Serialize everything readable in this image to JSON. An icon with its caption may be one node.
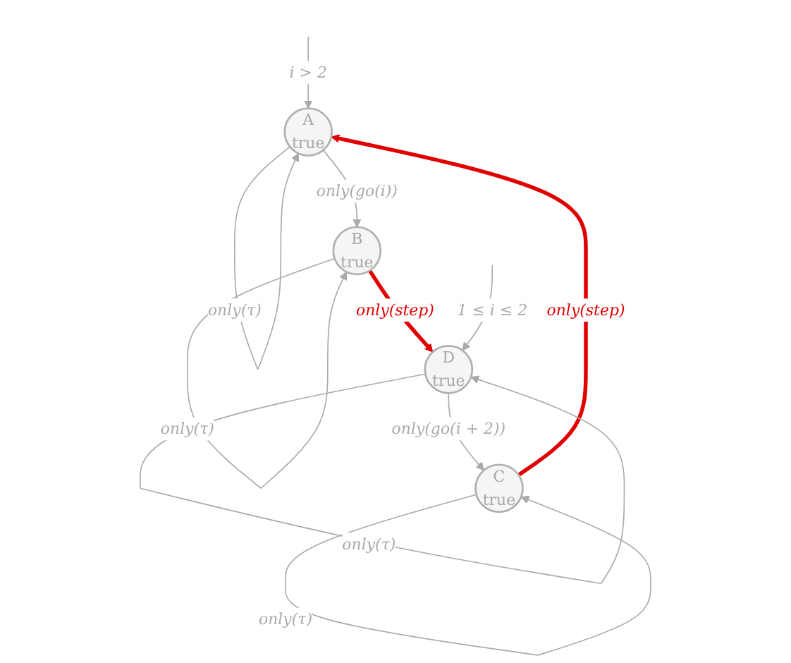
{
  "diagram": {
    "nodes": [
      {
        "text": [
          "A",
          "true"
        ]
      },
      {
        "text": [
          "B",
          "true"
        ]
      },
      {
        "text": [
          "C",
          "true"
        ]
      },
      {
        "text": [
          "D",
          "true"
        ]
      }
    ],
    "edges": [
      {
        "from": 0,
        "to": 0,
        "arrow": "to",
        "label": "only(τ)"
      },
      {
        "from": 1,
        "to": 1,
        "arrow": "to",
        "label": "only(τ)"
      },
      {
        "from": null,
        "to": 0,
        "arrow": "to",
        "label": "i > 2"
      },
      {
        "from": 0,
        "to": 1,
        "arrow": "to",
        "label": "only(go(i))"
      },
      {
        "from": 1,
        "to": 3,
        "arrow": "to",
        "label": "only(step)",
        "style": "thick",
        "color": "#e00000"
      },
      {
        "from": 2,
        "to": 0,
        "arrow": "to",
        "label": "only(step)",
        "style": "thick",
        "color": "#e00000"
      },
      {
        "from": 3,
        "to": 2,
        "arrow": "to",
        "label": "only(go(i + 2))"
      },
      {
        "from": null,
        "to": 3,
        "arrow": "to",
        "label": "1 ≤ i ≤ 2"
      },
      {
        "from": 2,
        "to": 2,
        "arrow": "to",
        "label": "only(τ)"
      },
      {
        "from": 3,
        "to": 3,
        "arrow": "to",
        "label": "only(τ)"
      }
    ]
  }
}
